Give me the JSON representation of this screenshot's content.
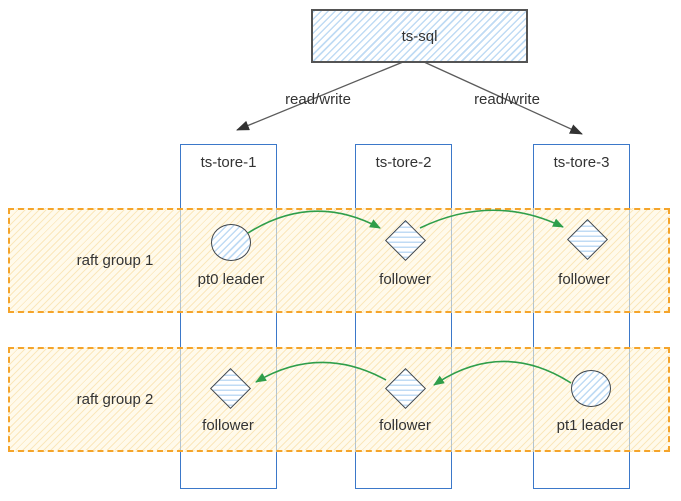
{
  "diagram": {
    "sql_node": {
      "label": "ts-sql"
    },
    "connectors": {
      "left": "read/write",
      "right": "read/write"
    },
    "stores": [
      {
        "label": "ts-tore-1"
      },
      {
        "label": "ts-tore-2"
      },
      {
        "label": "ts-tore-3"
      }
    ],
    "groups": [
      {
        "label": "raft group 1",
        "replication_direction": "left-to-right",
        "nodes": [
          {
            "shape": "circle",
            "role": "leader",
            "label": "pt0 leader"
          },
          {
            "shape": "diamond",
            "role": "follower",
            "label": "follower"
          },
          {
            "shape": "diamond",
            "role": "follower",
            "label": "follower"
          }
        ]
      },
      {
        "label": "raft group 2",
        "replication_direction": "right-to-left",
        "nodes": [
          {
            "shape": "diamond",
            "role": "follower",
            "label": "follower"
          },
          {
            "shape": "diamond",
            "role": "follower",
            "label": "follower"
          },
          {
            "shape": "circle",
            "role": "leader",
            "label": "pt1 leader"
          }
        ]
      }
    ],
    "colors": {
      "sql_border": "#545454",
      "store_border": "#3b78c9",
      "band_border": "#f5a42a",
      "band_hatch": "#f3c96e",
      "node_hatch": "#8cbeeb",
      "green_arrow": "#2f9e4a",
      "connector_line": "#5b5b5b",
      "text": "#333333"
    }
  }
}
